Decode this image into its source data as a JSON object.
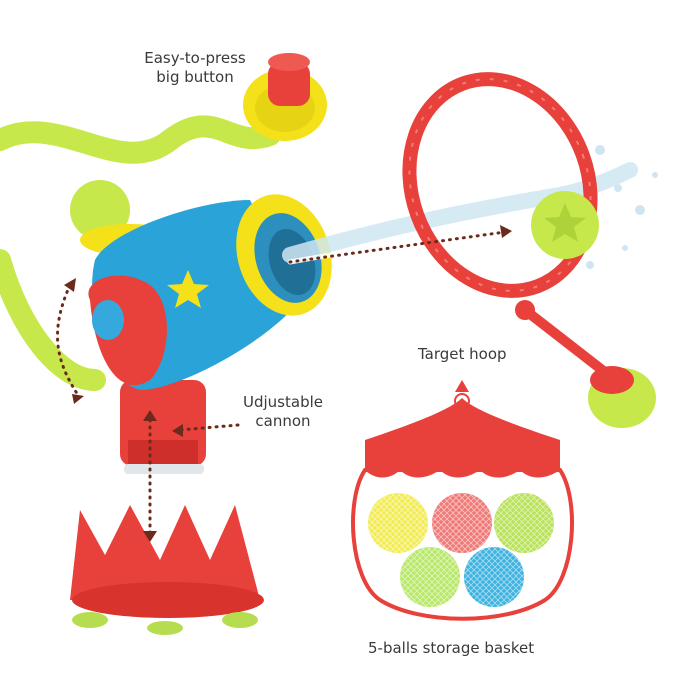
{
  "callouts": {
    "button": {
      "line1": "Easy-to-press",
      "line2": "big button"
    },
    "hoop": {
      "text": "Target hoop"
    },
    "cannon": {
      "line1": "Udjustable",
      "line2": "cannon"
    },
    "basket": {
      "text": "5-balls storage basket"
    }
  },
  "colors": {
    "red": "#e8403a",
    "blue": "#2aa3d8",
    "yellow": "#f4e11a",
    "lime": "#c6e84a",
    "water": "#cfe6f2",
    "arrow": "#6b2a1c"
  },
  "basket": {
    "ball_colors": [
      "#f2ec53",
      "#f07a78",
      "#b9e25a",
      "#b8e86a",
      "#3fb3e0"
    ]
  }
}
